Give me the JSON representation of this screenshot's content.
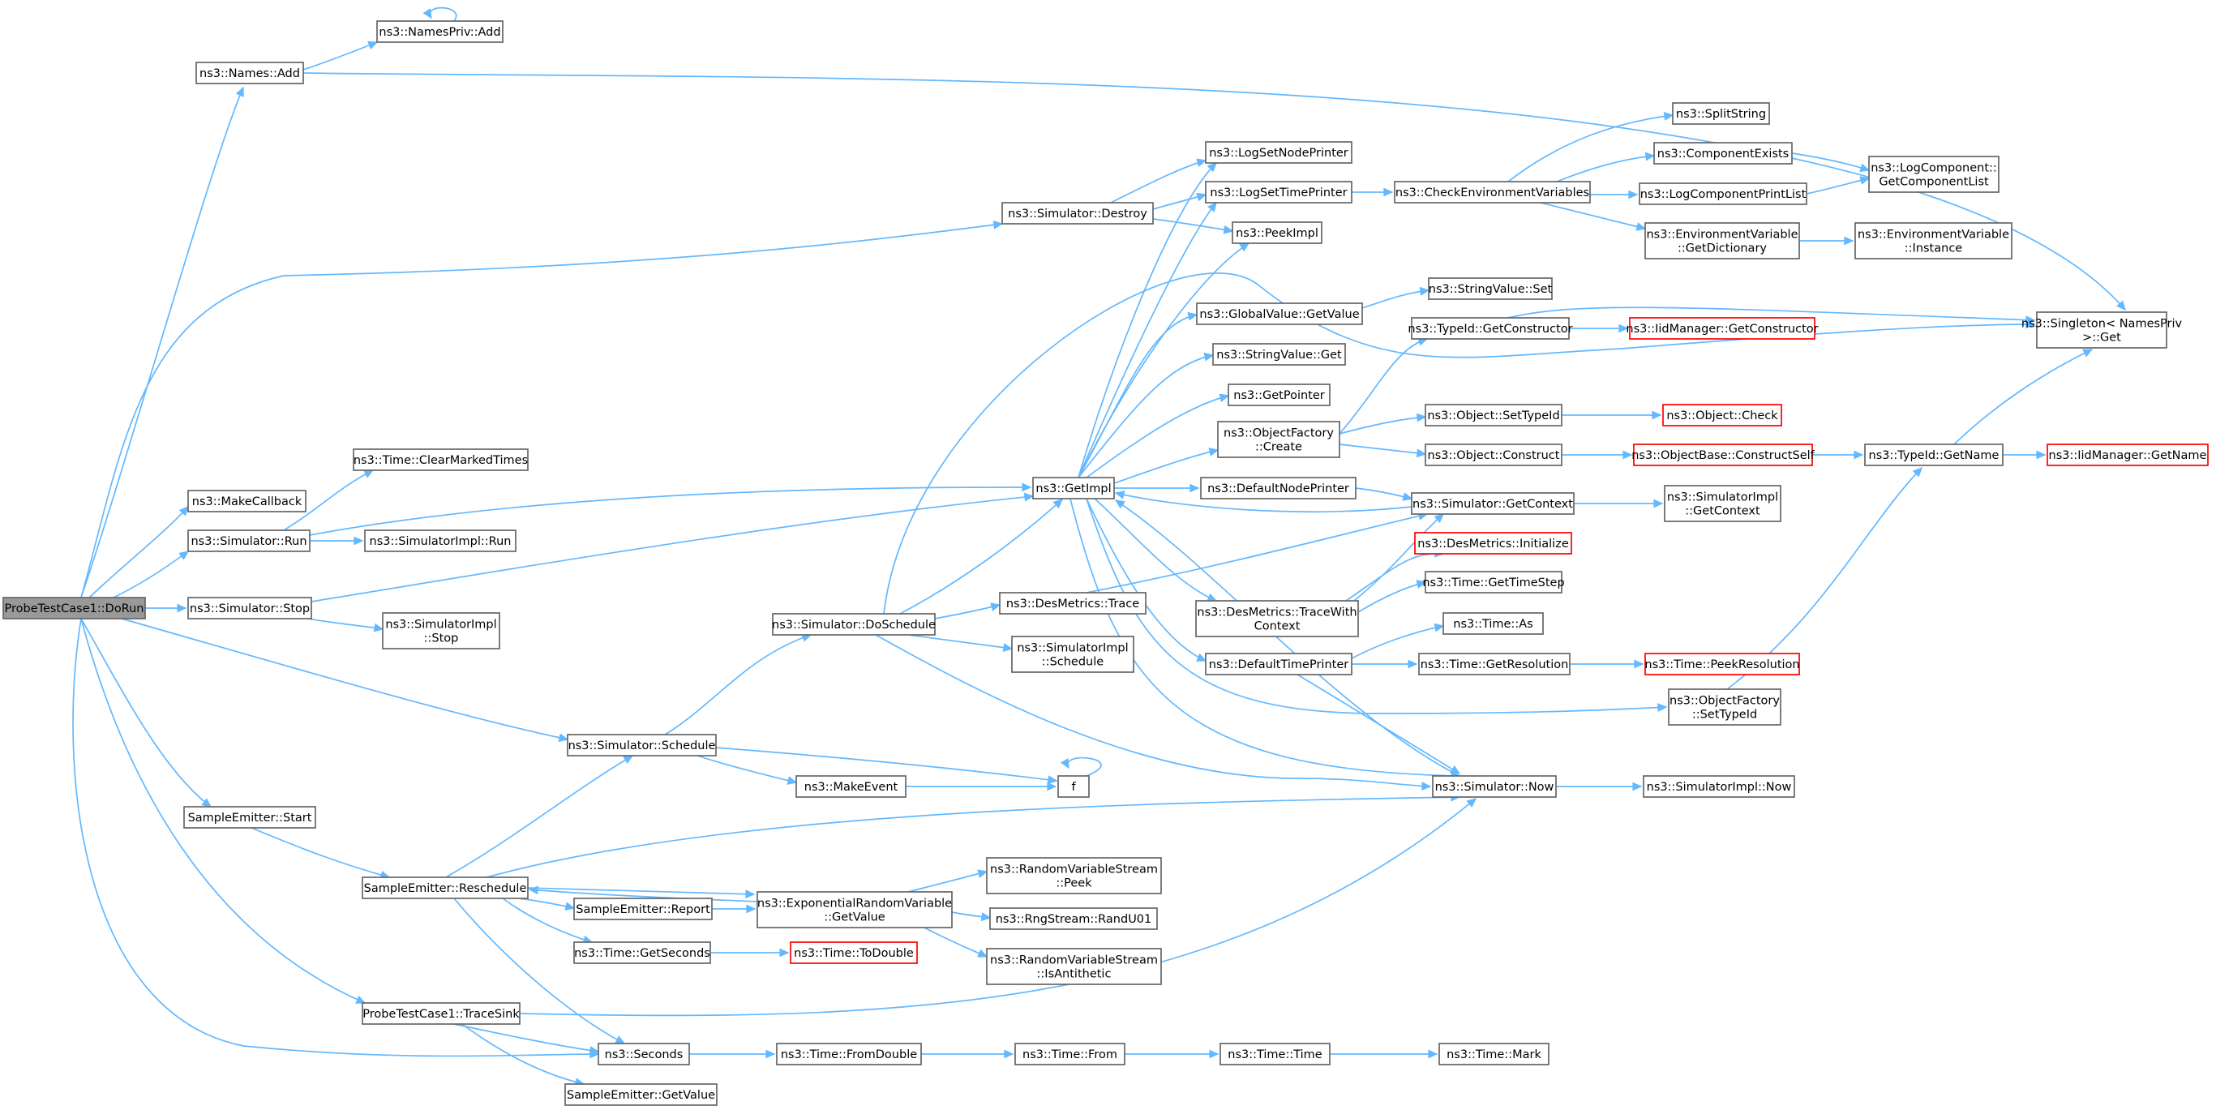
{
  "diagram": {
    "type": "call-graph",
    "colors": {
      "edge": "#63b8ff",
      "node_border": "#666666",
      "root_fill": "#999999",
      "external_border": "#ff0000"
    },
    "nodes": [
      {
        "id": "root",
        "lines": [
          "ProbeTestCase1::DoRun"
        ],
        "style": "root"
      },
      {
        "id": "namesadd",
        "lines": [
          "ns3::Names::Add"
        ]
      },
      {
        "id": "namesprivadd",
        "lines": [
          "ns3::NamesPriv::Add"
        ]
      },
      {
        "id": "makecb",
        "lines": [
          "ns3::MakeCallback"
        ]
      },
      {
        "id": "simrun",
        "lines": [
          "ns3::Simulator::Run"
        ]
      },
      {
        "id": "simstop",
        "lines": [
          "ns3::Simulator::Stop"
        ]
      },
      {
        "id": "clearmarked",
        "lines": [
          "ns3::Time::ClearMarkedTimes"
        ]
      },
      {
        "id": "simimplrun",
        "lines": [
          "ns3::SimulatorImpl::Run"
        ]
      },
      {
        "id": "simimplstop",
        "lines": [
          "ns3::SimulatorImpl",
          "::Stop"
        ]
      },
      {
        "id": "simschedule",
        "lines": [
          "ns3::Simulator::Schedule"
        ]
      },
      {
        "id": "emitstart",
        "lines": [
          "SampleEmitter::Start"
        ]
      },
      {
        "id": "resched",
        "lines": [
          "SampleEmitter::Reschedule"
        ]
      },
      {
        "id": "report",
        "lines": [
          "SampleEmitter::Report"
        ]
      },
      {
        "id": "getseconds",
        "lines": [
          "ns3::Time::GetSeconds"
        ]
      },
      {
        "id": "tracesink",
        "lines": [
          "ProbeTestCase1::TraceSink"
        ]
      },
      {
        "id": "emitgetval",
        "lines": [
          "SampleEmitter::GetValue"
        ]
      },
      {
        "id": "seconds",
        "lines": [
          "ns3::Seconds"
        ]
      },
      {
        "id": "makeevent",
        "lines": [
          "ns3::MakeEvent"
        ]
      },
      {
        "id": "f",
        "lines": [
          "f"
        ]
      },
      {
        "id": "expgetvalue",
        "lines": [
          "ns3::ExponentialRandomVariable",
          "::GetValue"
        ]
      },
      {
        "id": "todouble",
        "lines": [
          "ns3::Time::ToDouble"
        ],
        "style": "red"
      },
      {
        "id": "fromdouble",
        "lines": [
          "ns3::Time::FromDouble"
        ]
      },
      {
        "id": "simdestroy",
        "lines": [
          "ns3::Simulator::Destroy"
        ]
      },
      {
        "id": "simdoschedule",
        "lines": [
          "ns3::Simulator::DoSchedule"
        ]
      },
      {
        "id": "getimpl",
        "lines": [
          "ns3::GetImpl"
        ]
      },
      {
        "id": "destrace",
        "lines": [
          "ns3::DesMetrics::Trace"
        ]
      },
      {
        "id": "simimplschedule",
        "lines": [
          "ns3::SimulatorImpl",
          "::Schedule"
        ]
      },
      {
        "id": "rvspeek",
        "lines": [
          "ns3::RandomVariableStream",
          "::Peek"
        ]
      },
      {
        "id": "randu01",
        "lines": [
          "ns3::RngStream::RandU01"
        ]
      },
      {
        "id": "isantithetic",
        "lines": [
          "ns3::RandomVariableStream",
          "::IsAntithetic"
        ]
      },
      {
        "id": "timefrom",
        "lines": [
          "ns3::Time::From"
        ]
      },
      {
        "id": "timetime",
        "lines": [
          "ns3::Time::Time"
        ]
      },
      {
        "id": "timemark",
        "lines": [
          "ns3::Time::Mark"
        ]
      },
      {
        "id": "lognodeprinter",
        "lines": [
          "ns3::LogSetNodePrinter"
        ]
      },
      {
        "id": "logtimeprinter",
        "lines": [
          "ns3::LogSetTimePrinter"
        ]
      },
      {
        "id": "peekimpl",
        "lines": [
          "ns3::PeekImpl"
        ]
      },
      {
        "id": "gvgetvalue",
        "lines": [
          "ns3::GlobalValue::GetValue"
        ]
      },
      {
        "id": "svget",
        "lines": [
          "ns3::StringValue::Get"
        ]
      },
      {
        "id": "getpointer",
        "lines": [
          "ns3::GetPointer"
        ]
      },
      {
        "id": "ofcreate",
        "lines": [
          "ns3::ObjectFactory",
          "::Create"
        ]
      },
      {
        "id": "defnodeprinter",
        "lines": [
          "ns3::DefaultNodePrinter"
        ]
      },
      {
        "id": "destracewith",
        "lines": [
          "ns3::DesMetrics::TraceWith",
          "Context"
        ]
      },
      {
        "id": "deftimeprinter",
        "lines": [
          "ns3::DefaultTimePrinter"
        ]
      },
      {
        "id": "simnow",
        "lines": [
          "ns3::Simulator::Now"
        ]
      },
      {
        "id": "simimplnow",
        "lines": [
          "ns3::SimulatorImpl::Now"
        ]
      },
      {
        "id": "checkenv",
        "lines": [
          "ns3::CheckEnvironmentVariables"
        ]
      },
      {
        "id": "svset",
        "lines": [
          "ns3::StringValue::Set"
        ]
      },
      {
        "id": "tidgetctor",
        "lines": [
          "ns3::TypeId::GetConstructor"
        ]
      },
      {
        "id": "objsettypeid",
        "lines": [
          "ns3::Object::SetTypeId"
        ]
      },
      {
        "id": "objconstruct",
        "lines": [
          "ns3::Object::Construct"
        ]
      },
      {
        "id": "simgetcontext",
        "lines": [
          "ns3::Simulator::GetContext"
        ]
      },
      {
        "id": "desinit",
        "lines": [
          "ns3::DesMetrics::Initialize"
        ],
        "style": "red"
      },
      {
        "id": "gettimestep",
        "lines": [
          "ns3::Time::GetTimeStep"
        ]
      },
      {
        "id": "timeas",
        "lines": [
          "ns3::Time::As"
        ]
      },
      {
        "id": "getresolution",
        "lines": [
          "ns3::Time::GetResolution"
        ]
      },
      {
        "id": "ofsettypeid",
        "lines": [
          "ns3::ObjectFactory",
          "::SetTypeId"
        ]
      },
      {
        "id": "splitstring",
        "lines": [
          "ns3::SplitString"
        ]
      },
      {
        "id": "compexists",
        "lines": [
          "ns3::ComponentExists"
        ]
      },
      {
        "id": "logcompprintlist",
        "lines": [
          "ns3::LogComponentPrintList"
        ]
      },
      {
        "id": "envgetdict",
        "lines": [
          "ns3::EnvironmentVariable",
          "::GetDictionary"
        ]
      },
      {
        "id": "iidgetctor",
        "lines": [
          "ns3::IidManager::GetConstructor"
        ],
        "style": "red"
      },
      {
        "id": "objcheck",
        "lines": [
          "ns3::Object::Check"
        ],
        "style": "red"
      },
      {
        "id": "obconstructself",
        "lines": [
          "ns3::ObjectBase::ConstructSelf"
        ],
        "style": "red"
      },
      {
        "id": "simimplgetctx",
        "lines": [
          "ns3::SimulatorImpl",
          "::GetContext"
        ]
      },
      {
        "id": "peekres",
        "lines": [
          "ns3::Time::PeekResolution"
        ],
        "style": "red"
      },
      {
        "id": "logcompgetlist",
        "lines": [
          "ns3::LogComponent::",
          "GetComponentList"
        ]
      },
      {
        "id": "envinstance",
        "lines": [
          "ns3::EnvironmentVariable",
          "::Instance"
        ]
      },
      {
        "id": "singleton",
        "lines": [
          "ns3::Singleton< NamesPriv",
          " >::Get"
        ]
      },
      {
        "id": "tidgetname",
        "lines": [
          "ns3::TypeId::GetName"
        ]
      },
      {
        "id": "iidgetname",
        "lines": [
          "ns3::IidManager::GetName"
        ],
        "style": "red"
      }
    ]
  }
}
